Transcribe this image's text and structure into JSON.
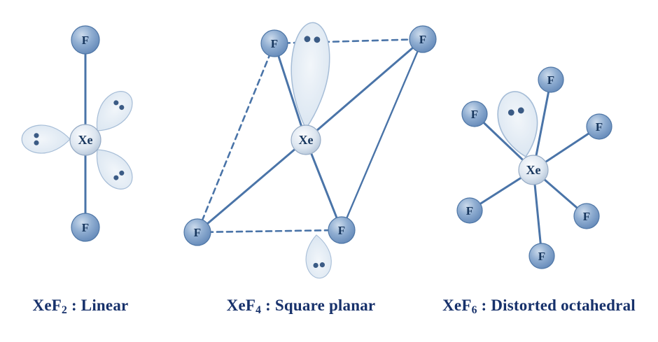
{
  "labels": {
    "xe": "Xe",
    "f": "F"
  },
  "molecules": [
    {
      "formula": "XeF",
      "subscript": "2",
      "geometry": " : Linear"
    },
    {
      "formula": "XeF",
      "subscript": "4",
      "geometry": " : Square planar"
    },
    {
      "formula": "XeF",
      "subscript": "6",
      "geometry": " : Distorted octahedral"
    }
  ],
  "colors": {
    "background": "#ffffff",
    "bond": "#4a74a8",
    "atom_fluorine": "#6d92c0",
    "atom_xenon": "#ccd8e6",
    "lobe": "#dde8f3",
    "electron_dot": "#3b5b85",
    "caption_text": "#17316b"
  }
}
